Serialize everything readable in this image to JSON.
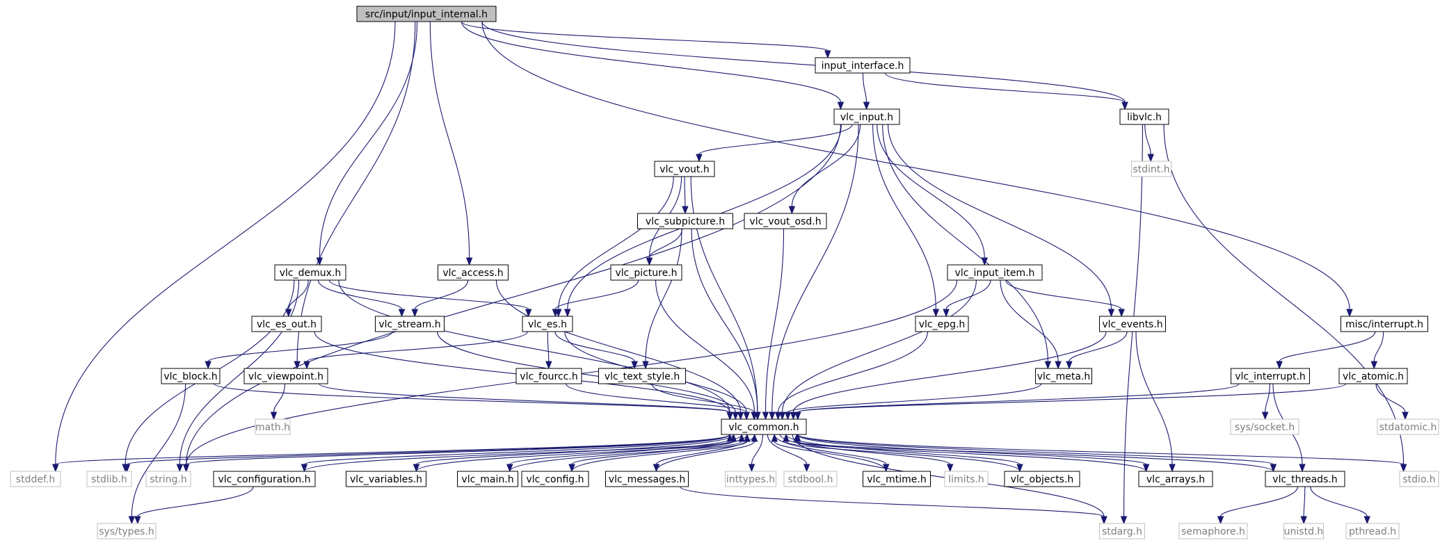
{
  "title": "src/input/input_internal.h",
  "colors": {
    "edge": "#191970",
    "node_fill": "#ffffff",
    "node_stroke": "#000000",
    "root_fill": "#bfbfbf",
    "root_stroke": "#000000",
    "external_stroke": "#bfbfbf",
    "external_text": "#7f7f7f",
    "text": "#000000"
  },
  "nodes": {
    "root": {
      "label": "src/input/input_internal.h",
      "kind": "root"
    },
    "input_interface": {
      "label": "input_interface.h",
      "kind": "local"
    },
    "vlc_input": {
      "label": "vlc_input.h",
      "kind": "local"
    },
    "libvlc": {
      "label": "libvlc.h",
      "kind": "local"
    },
    "stdint": {
      "label": "stdint.h",
      "kind": "external"
    },
    "vlc_vout": {
      "label": "vlc_vout.h",
      "kind": "local"
    },
    "vlc_subpicture": {
      "label": "vlc_subpicture.h",
      "kind": "local"
    },
    "vlc_vout_osd": {
      "label": "vlc_vout_osd.h",
      "kind": "local"
    },
    "vlc_demux": {
      "label": "vlc_demux.h",
      "kind": "local"
    },
    "vlc_access": {
      "label": "vlc_access.h",
      "kind": "local"
    },
    "vlc_picture": {
      "label": "vlc_picture.h",
      "kind": "local"
    },
    "vlc_input_item": {
      "label": "vlc_input_item.h",
      "kind": "local"
    },
    "misc_interrupt": {
      "label": "misc/interrupt.h",
      "kind": "local"
    },
    "vlc_es_out": {
      "label": "vlc_es_out.h",
      "kind": "local"
    },
    "vlc_stream": {
      "label": "vlc_stream.h",
      "kind": "local"
    },
    "vlc_es": {
      "label": "vlc_es.h",
      "kind": "local"
    },
    "vlc_epg": {
      "label": "vlc_epg.h",
      "kind": "local"
    },
    "vlc_events": {
      "label": "vlc_events.h",
      "kind": "local"
    },
    "vlc_block": {
      "label": "vlc_block.h",
      "kind": "local"
    },
    "vlc_viewpoint": {
      "label": "vlc_viewpoint.h",
      "kind": "local"
    },
    "vlc_fourcc": {
      "label": "vlc_fourcc.h",
      "kind": "local"
    },
    "vlc_text_style": {
      "label": "vlc_text_style.h",
      "kind": "local"
    },
    "vlc_meta": {
      "label": "vlc_meta.h",
      "kind": "local"
    },
    "vlc_interrupt": {
      "label": "vlc_interrupt.h",
      "kind": "local"
    },
    "vlc_atomic": {
      "label": "vlc_atomic.h",
      "kind": "local"
    },
    "math": {
      "label": "math.h",
      "kind": "external"
    },
    "vlc_common": {
      "label": "vlc_common.h",
      "kind": "local"
    },
    "sys_socket": {
      "label": "sys/socket.h",
      "kind": "external"
    },
    "stdatomic": {
      "label": "stdatomic.h",
      "kind": "external"
    },
    "stddef": {
      "label": "stddef.h",
      "kind": "external"
    },
    "stdlib": {
      "label": "stdlib.h",
      "kind": "external"
    },
    "string": {
      "label": "string.h",
      "kind": "external"
    },
    "vlc_configuration": {
      "label": "vlc_configuration.h",
      "kind": "local"
    },
    "vlc_variables": {
      "label": "vlc_variables.h",
      "kind": "local"
    },
    "vlc_main": {
      "label": "vlc_main.h",
      "kind": "local"
    },
    "vlc_config": {
      "label": "vlc_config.h",
      "kind": "local"
    },
    "vlc_messages": {
      "label": "vlc_messages.h",
      "kind": "local"
    },
    "inttypes": {
      "label": "inttypes.h",
      "kind": "external"
    },
    "stdbool": {
      "label": "stdbool.h",
      "kind": "external"
    },
    "vlc_mtime": {
      "label": "vlc_mtime.h",
      "kind": "local"
    },
    "limits": {
      "label": "limits.h",
      "kind": "external"
    },
    "vlc_objects": {
      "label": "vlc_objects.h",
      "kind": "local"
    },
    "vlc_arrays": {
      "label": "vlc_arrays.h",
      "kind": "local"
    },
    "vlc_threads": {
      "label": "vlc_threads.h",
      "kind": "local"
    },
    "stdio": {
      "label": "stdio.h",
      "kind": "external"
    },
    "sys_types": {
      "label": "sys/types.h",
      "kind": "external"
    },
    "stdarg": {
      "label": "stdarg.h",
      "kind": "external"
    },
    "semaphore": {
      "label": "semaphore.h",
      "kind": "external"
    },
    "unistd": {
      "label": "unistd.h",
      "kind": "external"
    },
    "pthread": {
      "label": "pthread.h",
      "kind": "external"
    }
  },
  "edges": [
    [
      "root",
      "input_interface"
    ],
    [
      "root",
      "vlc_input"
    ],
    [
      "root",
      "libvlc"
    ],
    [
      "root",
      "stddef"
    ],
    [
      "root",
      "vlc_viewpoint"
    ],
    [
      "root",
      "vlc_demux"
    ],
    [
      "root",
      "vlc_access"
    ],
    [
      "root",
      "misc_interrupt"
    ],
    [
      "input_interface",
      "vlc_input"
    ],
    [
      "input_interface",
      "libvlc"
    ],
    [
      "libvlc",
      "stdint"
    ],
    [
      "libvlc",
      "stdarg"
    ],
    [
      "libvlc",
      "stdio"
    ],
    [
      "vlc_input",
      "vlc_vout"
    ],
    [
      "vlc_input",
      "vlc_vout_osd"
    ],
    [
      "vlc_input",
      "vlc_input_item"
    ],
    [
      "vlc_input",
      "vlc_es"
    ],
    [
      "vlc_input",
      "vlc_epg"
    ],
    [
      "vlc_input",
      "vlc_events"
    ],
    [
      "vlc_input",
      "vlc_meta"
    ],
    [
      "vlc_input",
      "vlc_common"
    ],
    [
      "vlc_input",
      "string"
    ],
    [
      "vlc_vout",
      "vlc_subpicture"
    ],
    [
      "vlc_vout",
      "vlc_picture"
    ],
    [
      "vlc_vout",
      "vlc_es"
    ],
    [
      "vlc_vout",
      "vlc_common"
    ],
    [
      "vlc_subpicture",
      "vlc_picture"
    ],
    [
      "vlc_subpicture",
      "vlc_text_style"
    ],
    [
      "vlc_subpicture",
      "vlc_common"
    ],
    [
      "vlc_picture",
      "vlc_es"
    ],
    [
      "vlc_picture",
      "vlc_common"
    ],
    [
      "vlc_vout_osd",
      "vlc_common"
    ],
    [
      "vlc_demux",
      "vlc_es_out"
    ],
    [
      "vlc_demux",
      "vlc_stream"
    ],
    [
      "vlc_demux",
      "vlc_es"
    ],
    [
      "vlc_demux",
      "vlc_common"
    ],
    [
      "vlc_demux",
      "stdlib"
    ],
    [
      "vlc_demux",
      "string"
    ],
    [
      "vlc_access",
      "vlc_stream"
    ],
    [
      "vlc_access",
      "vlc_common"
    ],
    [
      "vlc_es_out",
      "vlc_common"
    ],
    [
      "vlc_stream",
      "vlc_block"
    ],
    [
      "vlc_stream",
      "vlc_common"
    ],
    [
      "vlc_es",
      "vlc_fourcc"
    ],
    [
      "vlc_es",
      "vlc_text_style"
    ],
    [
      "vlc_es",
      "vlc_viewpoint"
    ],
    [
      "vlc_es",
      "vlc_common"
    ],
    [
      "vlc_input_item",
      "vlc_epg"
    ],
    [
      "vlc_input_item",
      "vlc_events"
    ],
    [
      "vlc_input_item",
      "vlc_meta"
    ],
    [
      "vlc_input_item",
      "vlc_common"
    ],
    [
      "vlc_input_item",
      "string"
    ],
    [
      "vlc_epg",
      "vlc_common"
    ],
    [
      "vlc_events",
      "vlc_meta"
    ],
    [
      "vlc_events",
      "vlc_arrays"
    ],
    [
      "vlc_events",
      "vlc_common"
    ],
    [
      "vlc_block",
      "sys_types"
    ],
    [
      "vlc_block",
      "vlc_common"
    ],
    [
      "vlc_viewpoint",
      "math"
    ],
    [
      "vlc_viewpoint",
      "vlc_common"
    ],
    [
      "vlc_fourcc",
      "vlc_common"
    ],
    [
      "vlc_text_style",
      "vlc_common"
    ],
    [
      "vlc_meta",
      "vlc_common"
    ],
    [
      "misc_interrupt",
      "vlc_interrupt"
    ],
    [
      "misc_interrupt",
      "vlc_atomic"
    ],
    [
      "vlc_interrupt",
      "sys_socket"
    ],
    [
      "vlc_interrupt",
      "vlc_threads"
    ],
    [
      "vlc_interrupt",
      "vlc_common"
    ],
    [
      "vlc_atomic",
      "stdatomic"
    ],
    [
      "vlc_atomic",
      "vlc_common"
    ],
    [
      "vlc_common",
      "stddef"
    ],
    [
      "vlc_common",
      "stdlib"
    ],
    [
      "vlc_common",
      "string"
    ],
    [
      "vlc_common",
      "vlc_configuration"
    ],
    [
      "vlc_common",
      "vlc_variables"
    ],
    [
      "vlc_common",
      "vlc_main"
    ],
    [
      "vlc_common",
      "vlc_config"
    ],
    [
      "vlc_common",
      "vlc_messages"
    ],
    [
      "vlc_common",
      "inttypes"
    ],
    [
      "vlc_common",
      "stdbool"
    ],
    [
      "vlc_common",
      "vlc_mtime"
    ],
    [
      "vlc_common",
      "limits"
    ],
    [
      "vlc_common",
      "vlc_objects"
    ],
    [
      "vlc_common",
      "vlc_arrays"
    ],
    [
      "vlc_common",
      "vlc_threads"
    ],
    [
      "vlc_common",
      "stdio"
    ],
    [
      "vlc_common",
      "stdarg"
    ],
    [
      "vlc_configuration",
      "vlc_common"
    ],
    [
      "vlc_configuration",
      "sys_types"
    ],
    [
      "vlc_variables",
      "vlc_common"
    ],
    [
      "vlc_main",
      "vlc_common"
    ],
    [
      "vlc_config",
      "vlc_common"
    ],
    [
      "vlc_messages",
      "vlc_common"
    ],
    [
      "vlc_messages",
      "stdarg"
    ],
    [
      "vlc_mtime",
      "vlc_common"
    ],
    [
      "vlc_objects",
      "vlc_common"
    ],
    [
      "vlc_arrays",
      "vlc_common"
    ],
    [
      "vlc_threads",
      "vlc_common"
    ],
    [
      "vlc_threads",
      "semaphore"
    ],
    [
      "vlc_threads",
      "unistd"
    ],
    [
      "vlc_threads",
      "pthread"
    ]
  ]
}
